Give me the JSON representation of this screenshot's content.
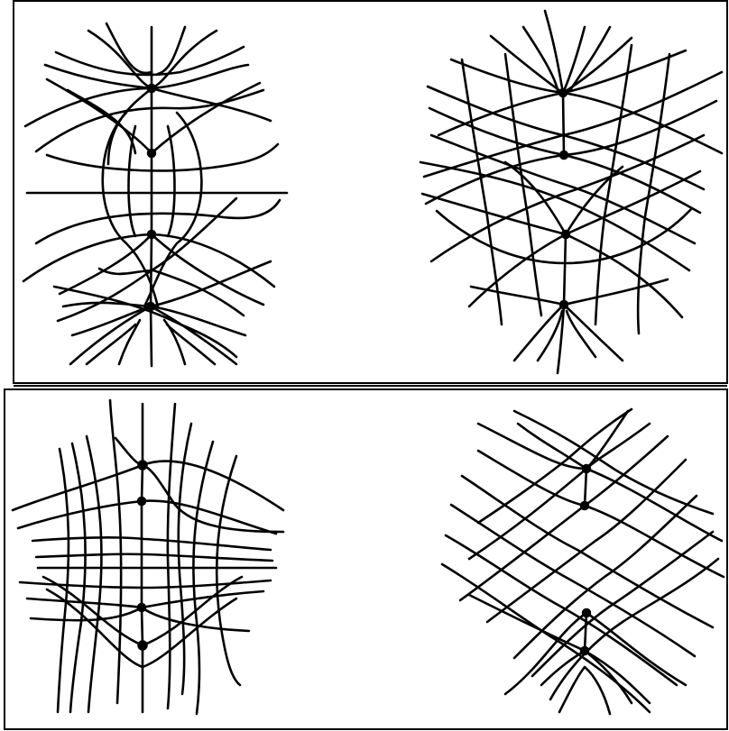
{
  "figure": {
    "panels": [
      {
        "id": "upper",
        "diagrams": [
          "top-left",
          "top-right"
        ]
      },
      {
        "id": "lower",
        "diagrams": [
          "bottom-left",
          "bottom-right"
        ]
      }
    ],
    "colors": {
      "line": "#000000",
      "background": "#ffffff"
    }
  }
}
